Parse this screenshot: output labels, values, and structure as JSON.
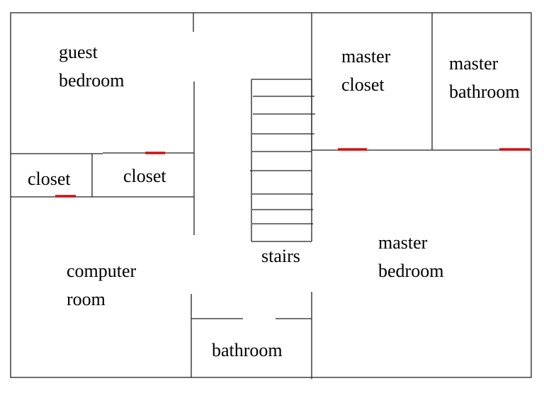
{
  "rooms": {
    "guest_bedroom": [
      "guest",
      "bedroom"
    ],
    "closet_left": "closet",
    "closet_right": "closet",
    "computer_room": [
      "computer",
      "room"
    ],
    "stairs": "stairs",
    "bathroom": "bathroom",
    "master_closet": [
      "master",
      "closet"
    ],
    "master_bathroom": [
      "master",
      "bathroom"
    ],
    "master_bedroom": [
      "master",
      "bedroom"
    ]
  },
  "colors": {
    "wall": "#222222",
    "door_marker": "#d01010"
  }
}
